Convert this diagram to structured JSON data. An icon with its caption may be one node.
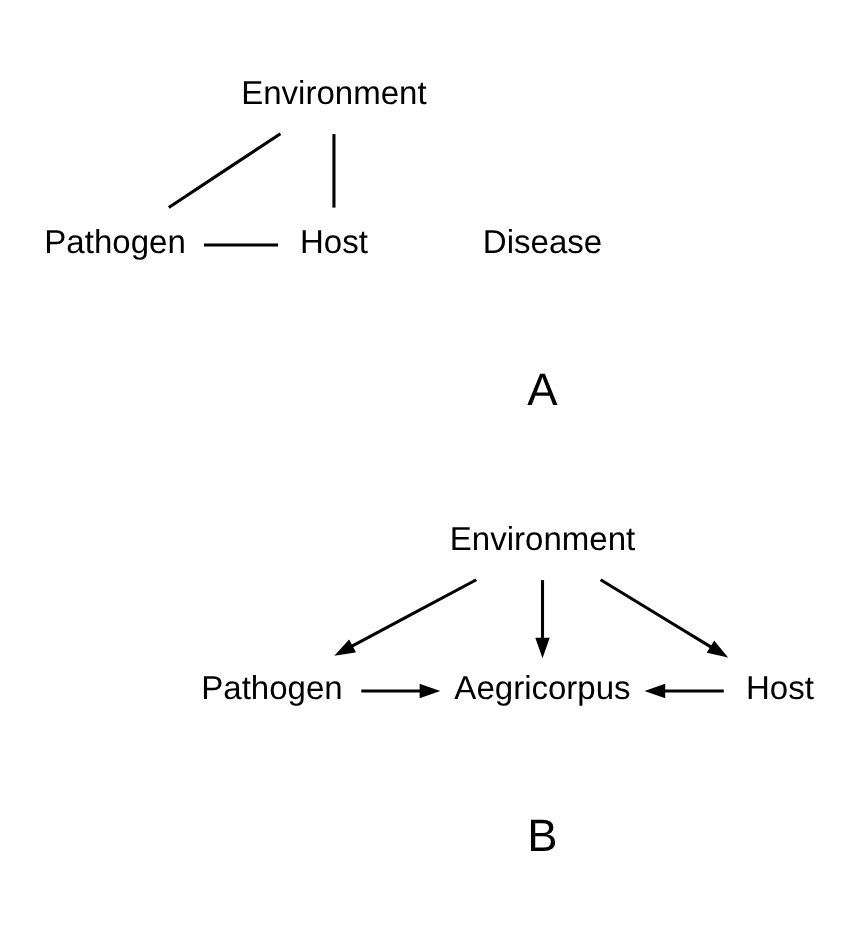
{
  "diagram": {
    "nodes": [
      {
        "text": [
          "Environment"
        ]
      },
      {
        "text": [
          "Pathogen"
        ]
      },
      {
        "text": [
          "Host"
        ]
      },
      {
        "text": [
          "Environment"
        ]
      },
      {
        "text": [
          "Pathogen"
        ]
      },
      {
        "text": [
          "Aegricorpus"
        ]
      },
      {
        "text": [
          "Host"
        ]
      }
    ],
    "edges": [
      {
        "from": 0,
        "to": 1,
        "arrow": "none"
      },
      {
        "from": 0,
        "to": 2,
        "arrow": "none"
      },
      {
        "from": 1,
        "to": 2,
        "arrow": "none"
      },
      {
        "from": 3,
        "to": 4,
        "arrow": "to"
      },
      {
        "from": 3,
        "to": 5,
        "arrow": "to"
      },
      {
        "from": 3,
        "to": 6,
        "arrow": "to"
      },
      {
        "from": 4,
        "to": 5,
        "arrow": "to"
      },
      {
        "from": 6,
        "to": 5,
        "arrow": "to"
      }
    ],
    "labels": [
      "Disease",
      "A",
      "B"
    ]
  }
}
